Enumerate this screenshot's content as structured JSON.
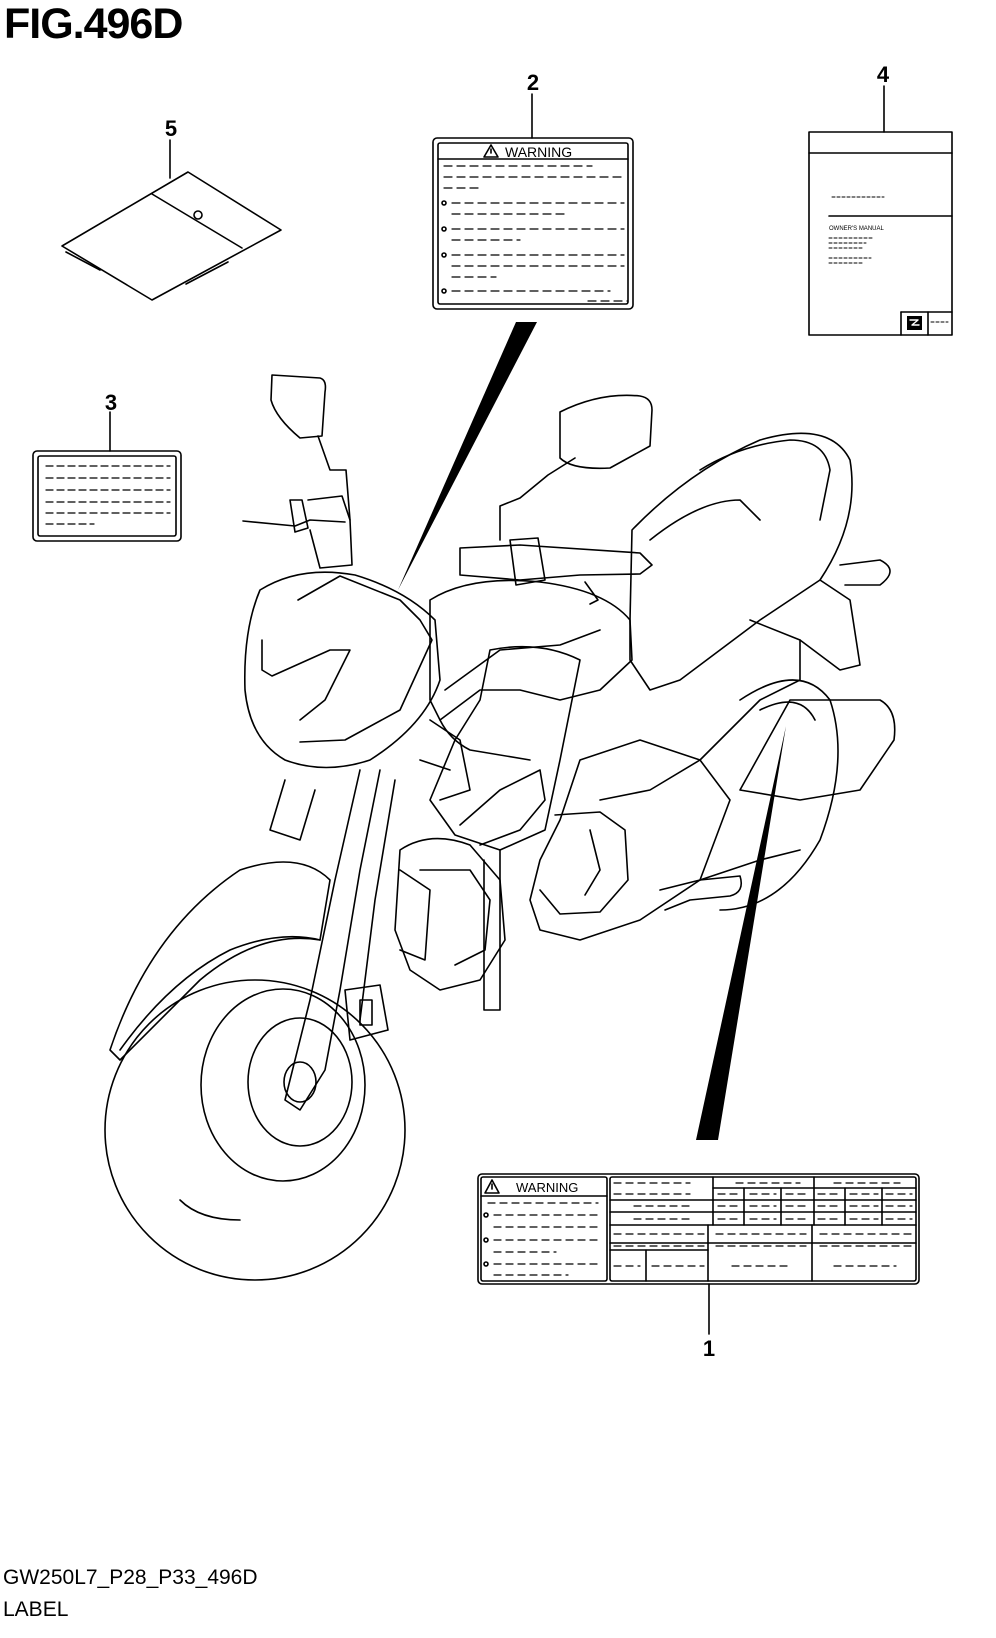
{
  "figure": {
    "title": "FIG.496D",
    "code": "GW250L7_P28_P33_496D",
    "section": "LABEL"
  },
  "callouts": [
    "1",
    "2",
    "3",
    "4",
    "5"
  ],
  "labels": {
    "warning_text": "WARNING",
    "owners_manual_text": "OWNER'S MANUAL"
  },
  "icons": [
    "warning-triangle-icon",
    "suzuki-logo-icon"
  ]
}
